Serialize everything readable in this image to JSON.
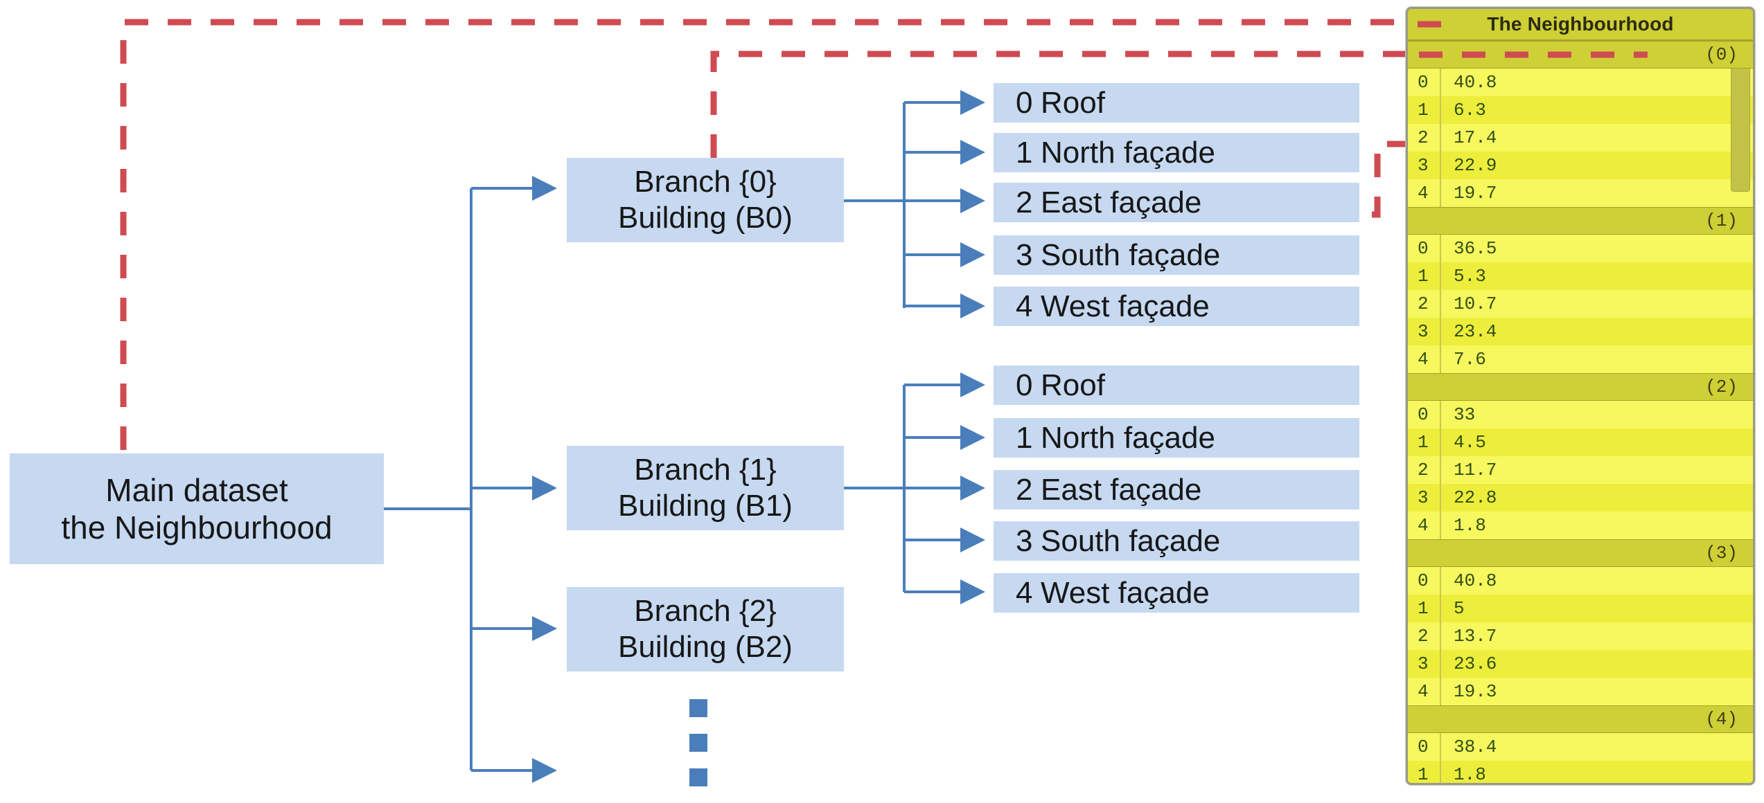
{
  "diagram": {
    "main_node": {
      "line1": "Main dataset",
      "line2": "the Neighbourhood"
    },
    "branches": [
      {
        "line1": "Branch {0}",
        "line2": "Building (B0)"
      },
      {
        "line1": "Branch {1}",
        "line2": "Building (B1)"
      },
      {
        "line1": "Branch {2}",
        "line2": "Building (B2)"
      }
    ],
    "leaf_groups": [
      [
        {
          "index": "0",
          "label": "Roof"
        },
        {
          "index": "1",
          "label": "North façade"
        },
        {
          "index": "2",
          "label": "East façade"
        },
        {
          "index": "3",
          "label": "South façade"
        },
        {
          "index": "4",
          "label": "West façade"
        }
      ],
      [
        {
          "index": "0",
          "label": "Roof"
        },
        {
          "index": "1",
          "label": "North façade"
        },
        {
          "index": "2",
          "label": "East façade"
        },
        {
          "index": "3",
          "label": "South façade"
        },
        {
          "index": "4",
          "label": "West façade"
        }
      ]
    ],
    "ellipsis_note": "vertical-ellipsis",
    "colors": {
      "node_fill": "#c6d9f1",
      "connector_blue": "#4a7ebb",
      "highlight_red": "#cf4b52"
    }
  },
  "data_panel": {
    "title": "The Neighbourhood",
    "groups": [
      {
        "label": "(0)",
        "rows": [
          {
            "id": "0",
            "value": "40.8"
          },
          {
            "id": "1",
            "value": "6.3"
          },
          {
            "id": "2",
            "value": "17.4"
          },
          {
            "id": "3",
            "value": "22.9"
          },
          {
            "id": "4",
            "value": "19.7"
          }
        ]
      },
      {
        "label": "(1)",
        "rows": [
          {
            "id": "0",
            "value": "36.5"
          },
          {
            "id": "1",
            "value": "5.3"
          },
          {
            "id": "2",
            "value": "10.7"
          },
          {
            "id": "3",
            "value": "23.4"
          },
          {
            "id": "4",
            "value": "7.6"
          }
        ]
      },
      {
        "label": "(2)",
        "rows": [
          {
            "id": "0",
            "value": "33"
          },
          {
            "id": "1",
            "value": "4.5"
          },
          {
            "id": "2",
            "value": "11.7"
          },
          {
            "id": "3",
            "value": "22.8"
          },
          {
            "id": "4",
            "value": "1.8"
          }
        ]
      },
      {
        "label": "(3)",
        "rows": [
          {
            "id": "0",
            "value": "40.8"
          },
          {
            "id": "1",
            "value": "5"
          },
          {
            "id": "2",
            "value": "13.7"
          },
          {
            "id": "3",
            "value": "23.6"
          },
          {
            "id": "4",
            "value": "19.3"
          }
        ]
      },
      {
        "label": "(4)",
        "rows": [
          {
            "id": "0",
            "value": "38.4"
          },
          {
            "id": "1",
            "value": "1.8"
          }
        ]
      }
    ]
  }
}
